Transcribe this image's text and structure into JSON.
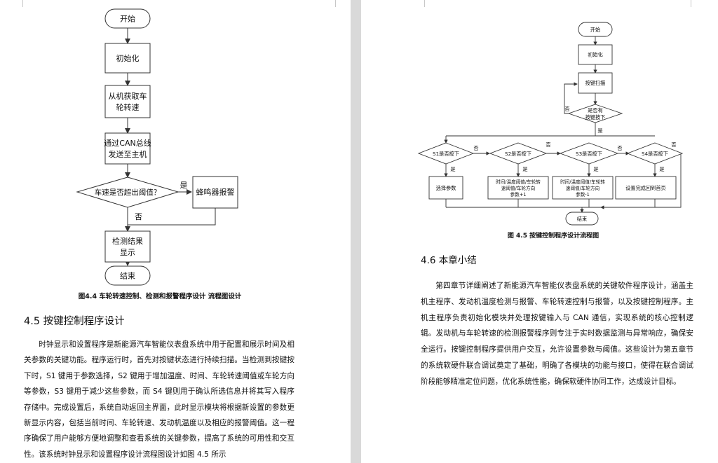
{
  "left_page": {
    "flow": {
      "start": "开始",
      "init": "初始化",
      "get_speed_1": "从机获取车",
      "get_speed_2": "轮转速",
      "can_send_1": "通过CAN总线",
      "can_send_2": "发送至主机",
      "decision": "车速是否超出阈值？",
      "yes": "是",
      "no": "否",
      "buzzer": "蜂鸣器报警",
      "result_1": "检测结果",
      "result_2": "显示",
      "end": "结束"
    },
    "caption": "图4.4 车轮转速控制、检测和报警程序设计  流程图设计",
    "heading": "4.5 按键控制程序设计",
    "paragraph": "时钟显示和设置程序是新能源汽车智能仪表盘系统中用于配置和展示时间及相关参数的关键功能。程序运行时，首先对按键状态进行持续扫描。当检测到按键按下时，S1 键用于参数选择，S2 键用于增加温度、时间、车轮转速阈值或车轮方向等参数，S3 键用于减少这些参数，而 S4 键则用于确认所选信息并将其写入程序存储中。完成设置后，系统自动返回主界面，此时显示模块将根据新设置的参数更新显示内容，包括当前时间、车轮转速、发动机温度以及相应的报警阈值。这一程序确保了用户能够方便地调整和查看系统的关键参数，提高了系统的可用性和交互性。该系统时钟显示和设置程序设计流程图设计如图 4.5 所示"
  },
  "right_page": {
    "flow": {
      "start": "开始",
      "init": "初始化",
      "scan": "按键扫描",
      "any_key_1": "是否有",
      "any_key_2": "按键按下",
      "yes": "是",
      "no": "否",
      "s1": "S1是否按下",
      "s2": "S2是否按下",
      "s3": "S3是否按下",
      "s4": "S4是否按下",
      "select": "选择参数",
      "inc_1": "时间/温度阈值/车轮转",
      "inc_2": "速阈值/车轮方向",
      "inc_3": "参数+1",
      "dec_1": "时间/温度阈值/车轮转",
      "dec_2": "速阈值/车轮方向",
      "dec_3": "参数-1",
      "done": "设置完成回到首页",
      "end": "结束"
    },
    "caption": "图 4.5 按键控制程序设计流程图",
    "heading": "4.6  本章小结",
    "paragraph": "第四章节详细阐述了新能源汽车智能仪表盘系统的关键软件程序设计，涵盖主机主程序、发动机温度检测与报警、车轮转速控制与报警，以及按键控制程序。主机主程序负责初始化模块并处理按键输入与 CAN 通信，实现系统的核心控制逻辑。发动机与车轮转速的检测报警程序则专注于实时数据监测与异常响应，确保安全运行。按键控制程序提供用户交互，允许设置参数与阈值。这些设计为第五章节的系统软硬件联合调试奠定了基础，明确了各模块的功能与接口，使得在联合调试阶段能够精准定位问题，优化系统性能，确保软硬件协同工作，达成设计目标。"
  }
}
